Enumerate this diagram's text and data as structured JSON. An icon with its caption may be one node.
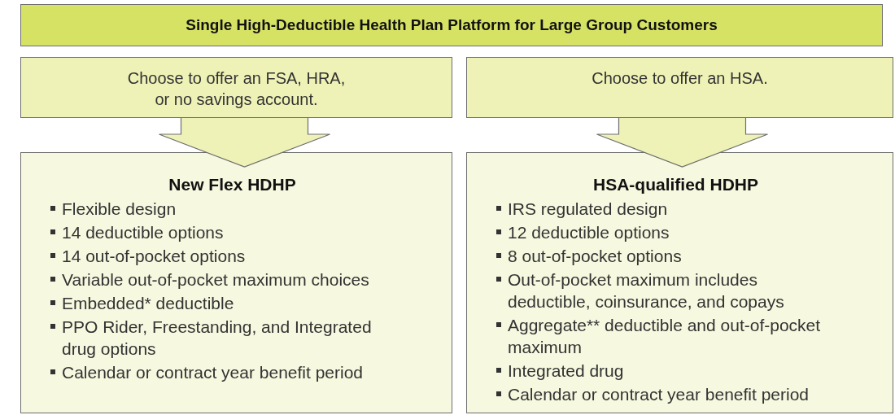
{
  "diagram": {
    "nodes": [
      {
        "text": [
          "Single High-Deductible Health Plan Platform for Large Group Customers"
        ]
      },
      {
        "text": [
          "Choose to offer an FSA, HRA, or no savings account."
        ]
      },
      {
        "text": [
          "New Flex HDHP",
          "Flexible design",
          "14 deductible options",
          "14 out-of-pocket options",
          "Variable out-of-pocket maximum choices",
          "Embedded* deductible",
          "PPO Rider, Freestanding, and Integrated drug options",
          "Calendar or contract year benefit period"
        ]
      },
      {
        "text": [
          "Choose to offer an HSA."
        ]
      },
      {
        "text": [
          "HSA-qualified HDHP",
          "IRS regulated design",
          "12 deductible options",
          "8 out-of-pocket options",
          "Out-of-pocket maximum includes deductible, coinsurance, and copays",
          "Aggregate** deductible and out-of-pocket maximum",
          "Integrated drug",
          "Calendar or contract year benefit period"
        ]
      }
    ],
    "edges": [
      {
        "from": 1,
        "to": 2,
        "arrow": "to"
      },
      {
        "from": 3,
        "to": 4,
        "arrow": "to"
      }
    ]
  }
}
